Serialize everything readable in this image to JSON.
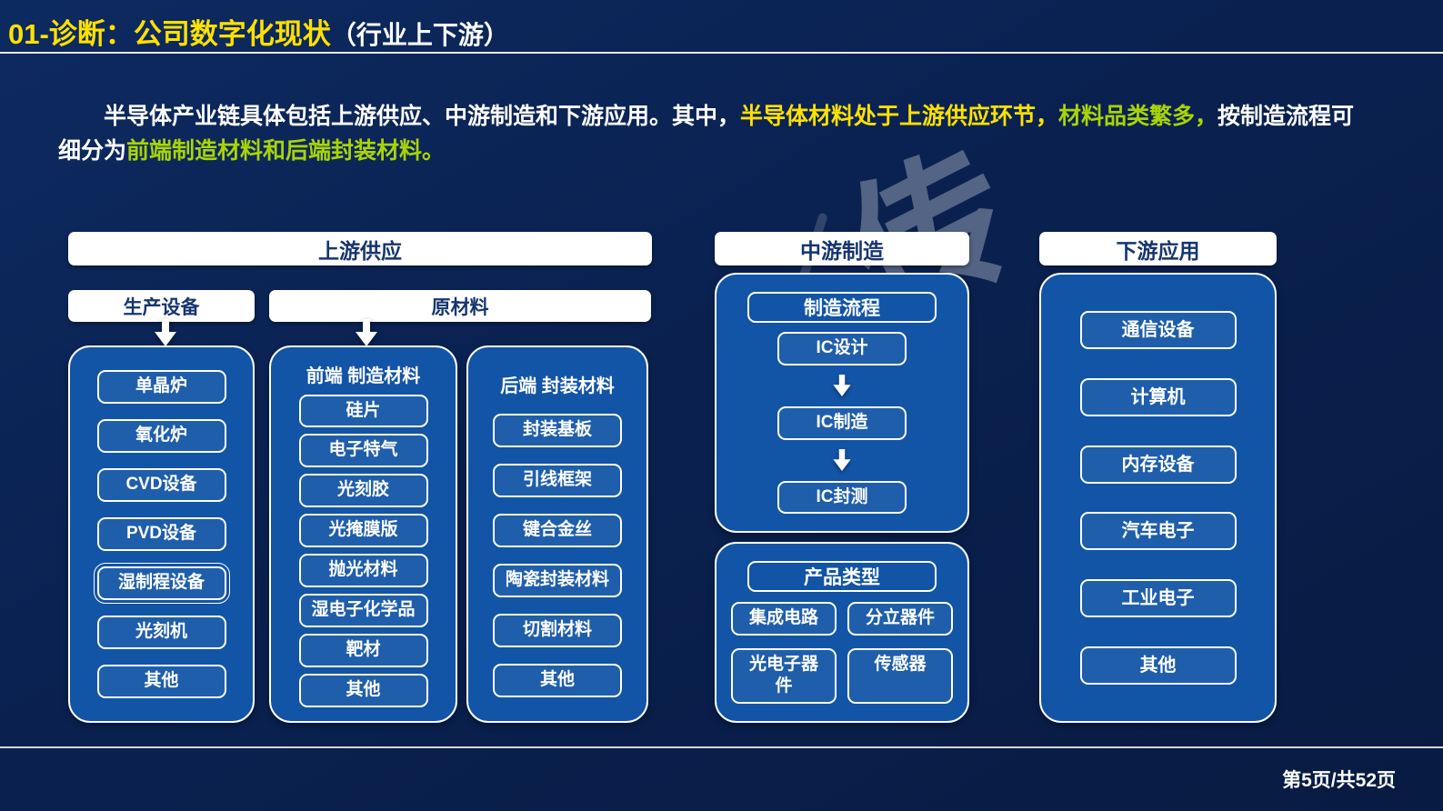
{
  "header": {
    "prefix": "01-诊断：",
    "title": "公司数字化现状",
    "suffix": "（行业上下游）"
  },
  "intro": {
    "part1": "半导体产业链具体包括上游供应、中游制造和下游应用。其中，",
    "highlight1": "半导体材料处于上游供应环节，",
    "highlight2": "材料品类繁多，",
    "part2": "按制造流程可细分为",
    "highlight3": "前端制造材料和后端封装材料。"
  },
  "watermark": "传",
  "upstream": {
    "header": "上游供应",
    "equipment": {
      "header": "生产设备",
      "items": [
        "单晶炉",
        "氧化炉",
        "CVD设备",
        "PVD设备",
        "湿制程设备",
        "光刻机",
        "其他"
      ]
    },
    "materials": {
      "header": "原材料",
      "frontend": {
        "title": "前端 制造材料",
        "items": [
          "硅片",
          "电子特气",
          "光刻胶",
          "光掩膜版",
          "抛光材料",
          "湿电子化学品",
          "靶材",
          "其他"
        ]
      },
      "backend": {
        "title": "后端 封装材料",
        "items": [
          "封装基板",
          "引线框架",
          "键合金丝",
          "陶瓷封装材料",
          "切割材料",
          "其他"
        ]
      }
    }
  },
  "midstream": {
    "header": "中游制造",
    "process": {
      "title": "制造流程",
      "steps": [
        "IC设计",
        "IC制造",
        "IC封测"
      ]
    },
    "products": {
      "title": "产品类型",
      "items": [
        "集成电路",
        "分立器件",
        "光电子器件",
        "传感器"
      ]
    }
  },
  "downstream": {
    "header": "下游应用",
    "items": [
      "通信设备",
      "计算机",
      "内存设备",
      "汽车电子",
      "工业电子",
      "其他"
    ]
  },
  "footer": {
    "page": "第5页/共52页"
  },
  "colors": {
    "background": "#0a2150",
    "panel_blue": "#1254a6",
    "title_yellow": "#ffe100",
    "highlight_green": "#a8d408",
    "bar_text_blue": "#16356f"
  }
}
